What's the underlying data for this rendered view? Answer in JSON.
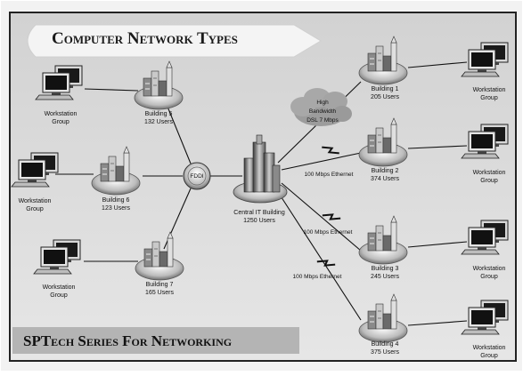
{
  "title": "Computer Network Types",
  "footer": "SPTech Series For Networking",
  "hub": {
    "label": "FDDI"
  },
  "central": {
    "name": "Central IT Building",
    "users": "1250 Users"
  },
  "cloud": {
    "line1": "High",
    "line2": "Bandwidth",
    "line3": "DSL 7 Mbps"
  },
  "left_buildings": [
    {
      "name": "Building 5",
      "users": "132 Users"
    },
    {
      "name": "Building 6",
      "users": "123 Users"
    },
    {
      "name": "Building 7",
      "users": "165 Users"
    }
  ],
  "right_buildings": [
    {
      "name": "Building 1",
      "users": "205 Users"
    },
    {
      "name": "Building 2",
      "users": "374 Users"
    },
    {
      "name": "Building 3",
      "users": "245 Users"
    },
    {
      "name": "Building 4",
      "users": "375 Users"
    }
  ],
  "workstation": {
    "line1": "Workstation",
    "line2": "Group"
  },
  "links": {
    "ethernet_a": "100 Mbps Ethernet",
    "ethernet_b": "100 Mbps Ethernet",
    "ethernet_c": "100 Mbps Ethernet"
  }
}
